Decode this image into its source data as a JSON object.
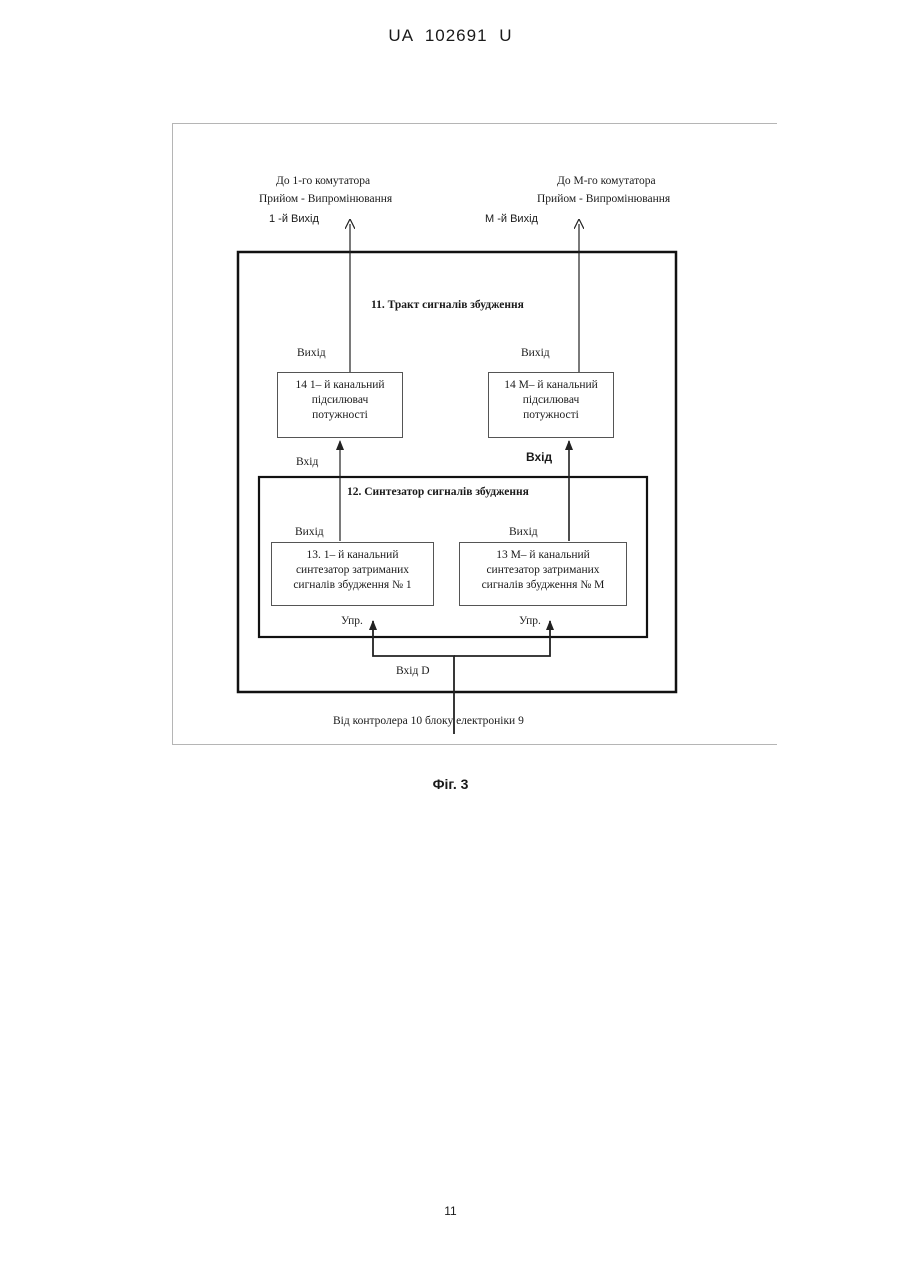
{
  "header": "UA 102691 U",
  "diagram": {
    "top_left_labels": [
      "До 1-го комутатора",
      "Прийом - Випромінювання",
      "1 -й Вихід"
    ],
    "top_right_labels": [
      "До М-го комутатора",
      "Прийом - Випромінювання",
      "М -й Вихід"
    ],
    "outer_title": "11. Тракт сигналів збудження",
    "amp_left": {
      "output_label": "Вихід",
      "lines": [
        "14 1– й канальний",
        "підсилювач",
        "потужності"
      ],
      "input_label": "Вхід"
    },
    "amp_right": {
      "output_label": "Вихід",
      "lines": [
        "14 М– й канальний",
        "підсилювач",
        "потужності"
      ],
      "input_label": "Вхід"
    },
    "inner_title": "12. Синтезатор сигналів збудження",
    "synth_left": {
      "output_label": "Вихід",
      "lines": [
        "13. 1– й канальний",
        "синтезатор затриманих",
        "сигналів збудження № 1"
      ],
      "control_label": "Упр."
    },
    "synth_right": {
      "output_label": "Вихід",
      "lines": [
        "13 М– й канальний",
        "синтезатор затриманих",
        "сигналів збудження № М"
      ],
      "control_label": "Упр."
    },
    "input_d": "Вхід D",
    "bottom_label": "Від контролера 10 блоку електроніки 9"
  },
  "caption": "Фіг. 3",
  "page_number": "11"
}
